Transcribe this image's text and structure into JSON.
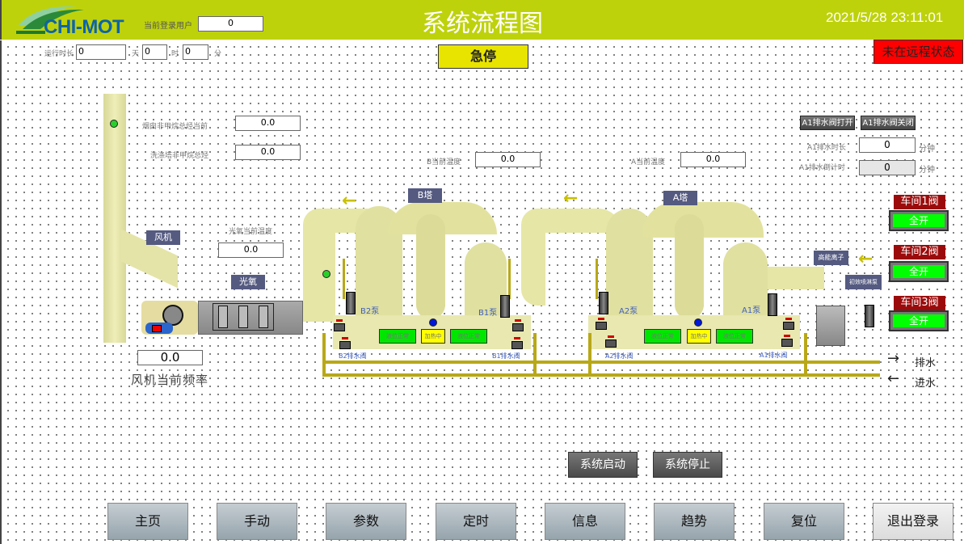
{
  "header": {
    "logo_text": "CHI-MOT",
    "current_user_label": "当前登录用户",
    "current_user_value": "0",
    "title": "系统流程图",
    "datetime": "2021/5/28 23:11:01"
  },
  "runtime": {
    "label": "运行时长",
    "days_value": "0",
    "days_unit": "天",
    "hours_value": "0",
    "hours_unit": "时",
    "minutes_value": "0",
    "minutes_unit": "分"
  },
  "emergency_stop_label": "急停",
  "remote_status": "未在远程状态",
  "readings": {
    "chimney_nmhc_label": "烟囱非甲烷总烃当前",
    "chimney_nmhc_value": "0.0",
    "scrubber_nmhc_label": "洗涤塔非甲烷总烃",
    "scrubber_nmhc_value": "0.0",
    "b_temp_label": "B当前温度",
    "b_temp_value": "0.0",
    "a_temp_label": "A当前温度",
    "a_temp_value": "0.0",
    "photo_oxygen_temp_label": "光氧当前温度",
    "photo_oxygen_temp_value": "0.0",
    "fan_freq_value": "0.0",
    "fan_freq_label": "风机当前频率"
  },
  "equipment_tags": {
    "fan": "风机",
    "photo_oxygen": "光氧",
    "tower_b": "B塔",
    "tower_a": "A塔",
    "high_energy_ion": "高能离子",
    "primary_spray": "初效喷淋泵"
  },
  "pumps": {
    "b2": "B2泵",
    "b1": "B1泵",
    "a2": "A2泵",
    "a1": "A1泵"
  },
  "drain_valves": {
    "b2": "B2排水阀",
    "b1": "B1排水阀",
    "a2": "A2排水阀",
    "a1": "A1排水阀"
  },
  "tower_b_status": [
    "液位正常",
    "加热中",
    "液位正常"
  ],
  "tower_a_status": [
    "液位正常",
    "加热中",
    "液位正常"
  ],
  "a1_drain": {
    "open_label": "A1排水阀打开",
    "close_label": "A1排水阀关闭",
    "duration_label": "A1排水时长",
    "duration_value": "0",
    "duration_unit": "分钟",
    "countdown_label": "A1排水倒计时",
    "countdown_value": "0",
    "countdown_unit": "分钟"
  },
  "workshop_valves": [
    {
      "label": "车间1阀",
      "state": "全开"
    },
    {
      "label": "车间2阀",
      "state": "全开"
    },
    {
      "label": "车间3阀",
      "state": "全开"
    }
  ],
  "legend": {
    "drain": "排水",
    "inlet": "进水"
  },
  "system": {
    "start_label": "系统启动",
    "stop_label": "系统停止"
  },
  "nav": [
    "主页",
    "手动",
    "参数",
    "定时",
    "信息",
    "趋势",
    "复位",
    "退出登录"
  ],
  "colors": {
    "header_bg": "#bed20c",
    "status_ok": "#00e600",
    "status_heating": "#ffff00",
    "alarm": "#ff0000"
  }
}
